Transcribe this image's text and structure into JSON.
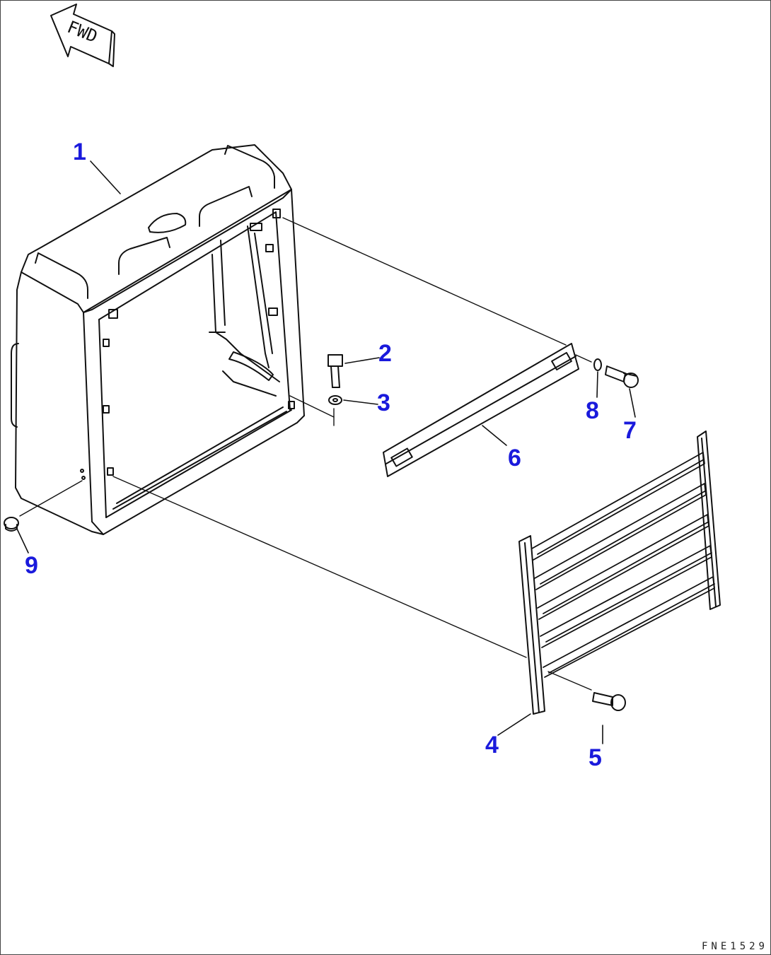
{
  "diagram": {
    "fwd_label": "FWD",
    "drawing_code": "FNE1529",
    "callout_color": "#1a1adc",
    "line_color": "#111111",
    "callouts": [
      {
        "id": "c1",
        "label": "1"
      },
      {
        "id": "c2",
        "label": "2"
      },
      {
        "id": "c3",
        "label": "3"
      },
      {
        "id": "c4",
        "label": "4"
      },
      {
        "id": "c5",
        "label": "5"
      },
      {
        "id": "c6",
        "label": "6"
      },
      {
        "id": "c7",
        "label": "7"
      },
      {
        "id": "c8",
        "label": "8"
      },
      {
        "id": "c9",
        "label": "9"
      }
    ]
  }
}
